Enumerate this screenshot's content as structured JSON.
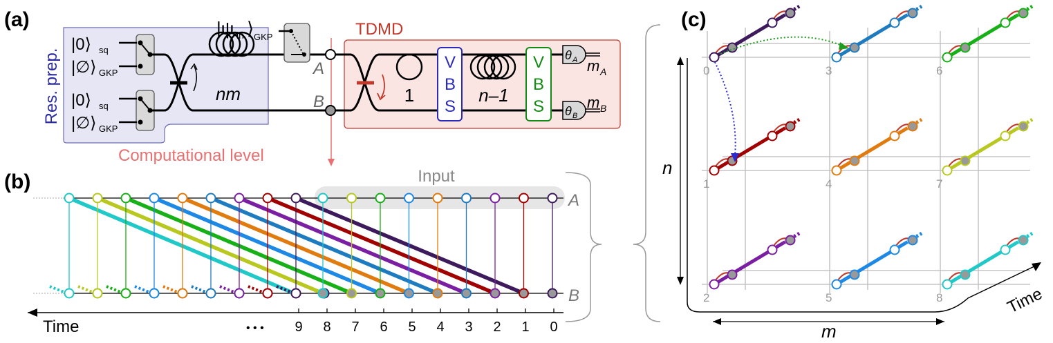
{
  "panel_labels": {
    "a": "(a)",
    "b": "(b)",
    "c": "(c)"
  },
  "panel_a": {
    "res_prep": "Res. prep.",
    "ket_sq": "|0⟩",
    "sub_sq": "sq",
    "ket_gkp": "|∅⟩",
    "sub_gkp": "GKP",
    "psi_in": "|ψ",
    "psi_in_sub": "in",
    "psi_in_close": "⟩",
    "psi_in_ket_sub": "GKP",
    "delay_nm": "nm",
    "tdmd": "TDMD",
    "delay_one": "1",
    "delay_n1": "n–1",
    "vbs": [
      "V",
      "B",
      "S"
    ],
    "rail_a": "A",
    "rail_b": "B",
    "theta_a": "θ",
    "theta_a_sub": "A",
    "theta_b": "θ",
    "theta_b_sub": "B",
    "m_a": "m",
    "m_a_sub": "A",
    "m_b": "m",
    "m_b_sub": "B",
    "computational_level": "Computational level"
  },
  "panel_b": {
    "input": "Input",
    "rail_a": "A",
    "rail_b": "B",
    "time": "Time",
    "ellipsis": "• • •",
    "time_ticks": [
      "9",
      "8",
      "7",
      "6",
      "5",
      "4",
      "3",
      "2",
      "1",
      "0"
    ]
  },
  "panel_c": {
    "axis_n": "n",
    "axis_m": "m",
    "axis_time": "Time",
    "node_labels": [
      "0",
      "1",
      "2",
      "3",
      "4",
      "5",
      "6",
      "7",
      "8"
    ]
  },
  "colors": {
    "mode_colors": [
      "#3d1a5c",
      "#a00000",
      "#7b1fa2",
      "#1e7bbf",
      "#e07b10",
      "#1e88e5",
      "#18b018",
      "#b8c820",
      "#20c8c8"
    ],
    "panel_b_modes": [
      "#3d1a5c",
      "#a00000",
      "#7b1fa2",
      "#1e7bbf",
      "#e07b10",
      "#1e88e5",
      "#18b018",
      "#b8c820",
      "#20c8c8"
    ],
    "res_prep_bg": "#e6e6f5",
    "tdmd_bg": "#fbe5e2",
    "tdmd_red": "#c0392b",
    "vbs_blue": "#2b2bb8",
    "vbs_green": "#148a14",
    "computational_level": "#e87070"
  }
}
